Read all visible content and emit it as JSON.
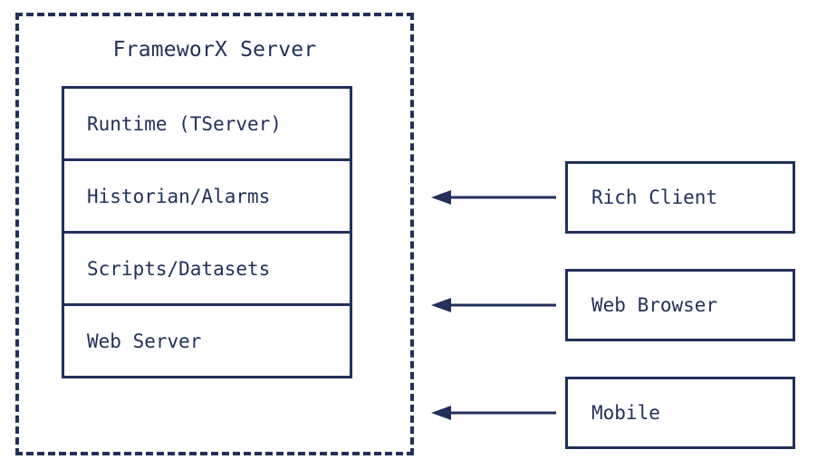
{
  "diagram": {
    "title": "FrameworX Server",
    "colors": {
      "stroke": "#22305a",
      "background": "#ffffff",
      "text": "#22305a"
    },
    "server": {
      "label": "FrameworX Server",
      "border_style": "dashed",
      "modules": [
        {
          "label": "Runtime (TServer)"
        },
        {
          "label": "Historian/Alarms"
        },
        {
          "label": "Scripts/Datasets"
        },
        {
          "label": "Web Server"
        }
      ]
    },
    "clients": [
      {
        "label": "Rich Client",
        "arrow_direction": "left"
      },
      {
        "label": "Web Browser",
        "arrow_direction": "left"
      },
      {
        "label": "Mobile",
        "arrow_direction": "left"
      }
    ]
  }
}
